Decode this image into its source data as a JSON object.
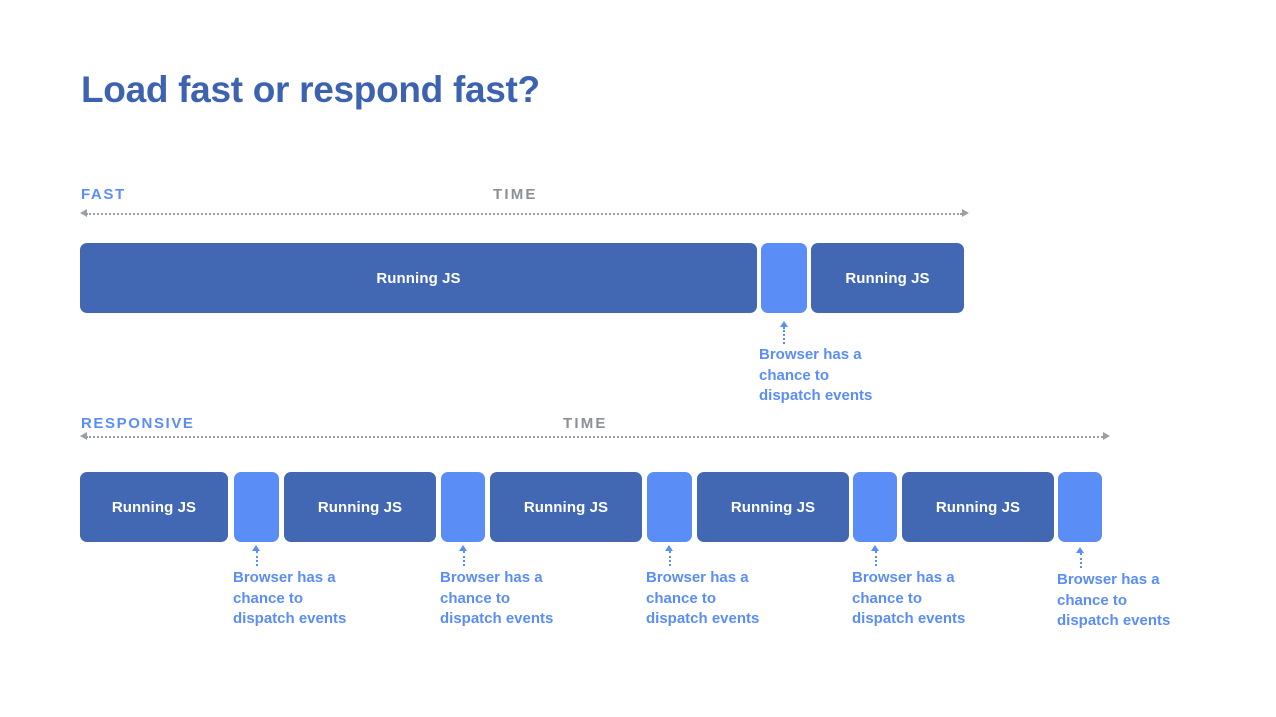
{
  "slide": {
    "title": "Load fast or respond fast?",
    "background_color": "#ffffff",
    "colors": {
      "title_blue": "#3c62b0",
      "bar_blue": "#4268b3",
      "gap_blue": "#5b8df6",
      "axis_gray": "#9aa0a8",
      "time_gray": "#8b9096"
    }
  },
  "sections": [
    {
      "label": "FAST",
      "time_label": "TIME",
      "blocks": [
        {
          "type": "js",
          "label": "Running JS"
        },
        {
          "type": "gap",
          "label": ""
        },
        {
          "type": "js",
          "label": "Running JS"
        }
      ],
      "callouts": [
        {
          "text": "Browser has a\nchance to\ndispatch events"
        }
      ]
    },
    {
      "label": "RESPONSIVE",
      "time_label": "TIME",
      "blocks": [
        {
          "type": "js",
          "label": "Running JS"
        },
        {
          "type": "gap",
          "label": ""
        },
        {
          "type": "js",
          "label": "Running JS"
        },
        {
          "type": "gap",
          "label": ""
        },
        {
          "type": "js",
          "label": "Running JS"
        },
        {
          "type": "gap",
          "label": ""
        },
        {
          "type": "js",
          "label": "Running JS"
        },
        {
          "type": "gap",
          "label": ""
        },
        {
          "type": "js",
          "label": "Running JS"
        },
        {
          "type": "gap",
          "label": ""
        }
      ],
      "callouts": [
        {
          "text": "Browser has a\nchance to\ndispatch events"
        },
        {
          "text": "Browser has a\nchance to\ndispatch events"
        },
        {
          "text": "Browser has a\nchance to\ndispatch events"
        },
        {
          "text": "Browser has a\nchance to\ndispatch events"
        },
        {
          "text": "Browser has a\nchance to\ndispatch events"
        }
      ]
    }
  ]
}
